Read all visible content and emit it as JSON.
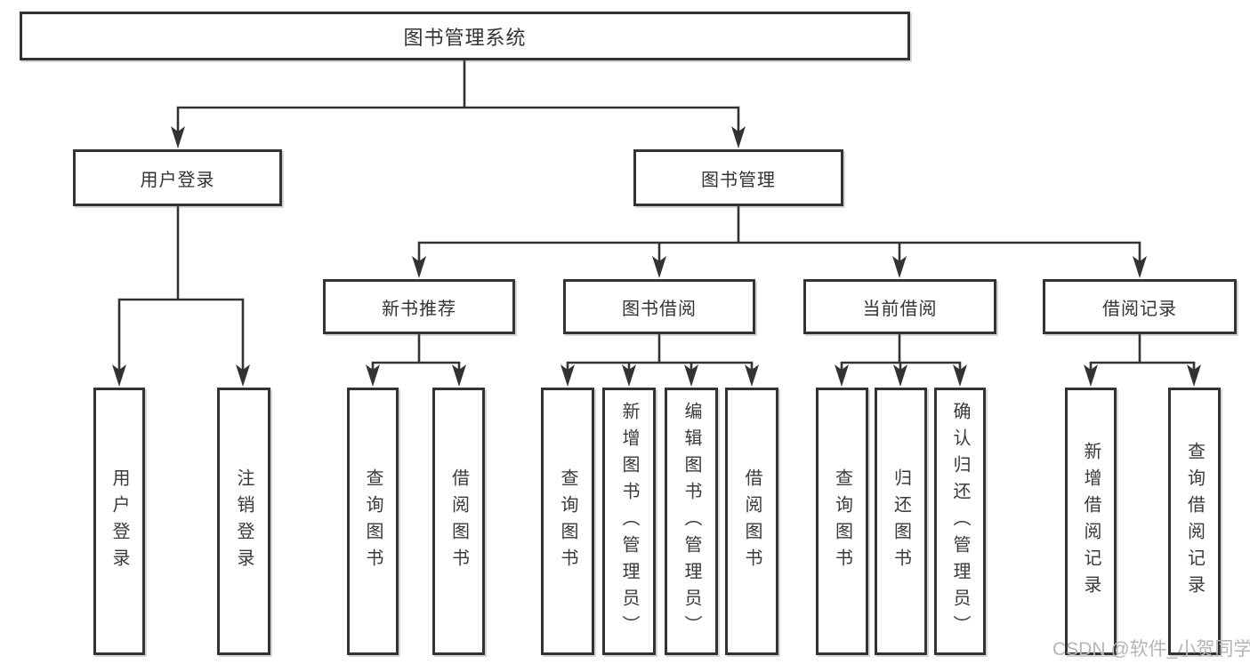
{
  "colors": {
    "line": "#333333",
    "box_border": "#333333",
    "text": "#333333",
    "background": "#ffffff",
    "watermark": "#b5b5b5"
  },
  "diagram": {
    "type": "hierarchy",
    "root": {
      "label": "图书管理系统"
    },
    "branches": [
      {
        "label": "用户登录",
        "leaves": [
          "用户登录",
          "注销登录"
        ]
      },
      {
        "label": "图书管理",
        "children": [
          {
            "label": "新书推荐",
            "leaves": [
              "查询图书",
              "借阅图书"
            ]
          },
          {
            "label": "图书借阅",
            "leaves": [
              "查询图书",
              "新增图书（管理员）",
              "编辑图书（管理员）",
              "借阅图书"
            ]
          },
          {
            "label": "当前借阅",
            "leaves": [
              "查询图书",
              "归还图书",
              "确认归还（管理员）"
            ]
          },
          {
            "label": "借阅记录",
            "leaves": [
              "新增借阅记录",
              "查询借阅记录"
            ]
          }
        ]
      }
    ]
  },
  "watermark": {
    "text": "CSDN @软件_小贺同学"
  }
}
